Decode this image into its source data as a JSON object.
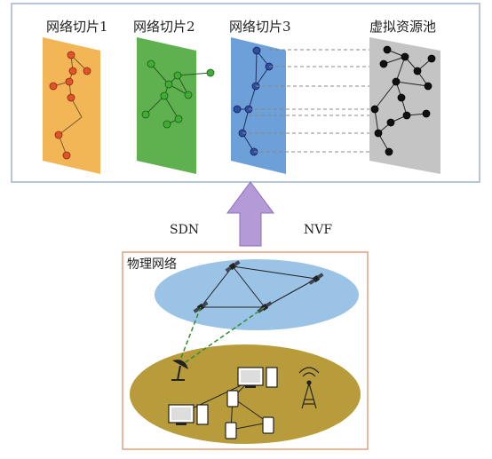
{
  "slices": [
    {
      "label": "网络切片1",
      "fill": "#f3b657",
      "node": "#e2532a"
    },
    {
      "label": "网络切片2",
      "fill": "#5fb04f",
      "node": "#3fae34"
    },
    {
      "label": "网络切片3",
      "fill": "#6d9fd8",
      "node": "#2f4f9e"
    }
  ],
  "pool": {
    "label": "虚拟资源池",
    "fill": "#c4c4c4",
    "node": "#111111"
  },
  "arrow": {
    "left_label": "SDN",
    "right_label": "NVF",
    "color": "#b59ad8"
  },
  "physical": {
    "label": "物理网络",
    "sky_fill": "#9bc3e6",
    "ground_fill": "#b89c3c",
    "border": "#d98a5a"
  },
  "panel_border": "#9db4d6"
}
